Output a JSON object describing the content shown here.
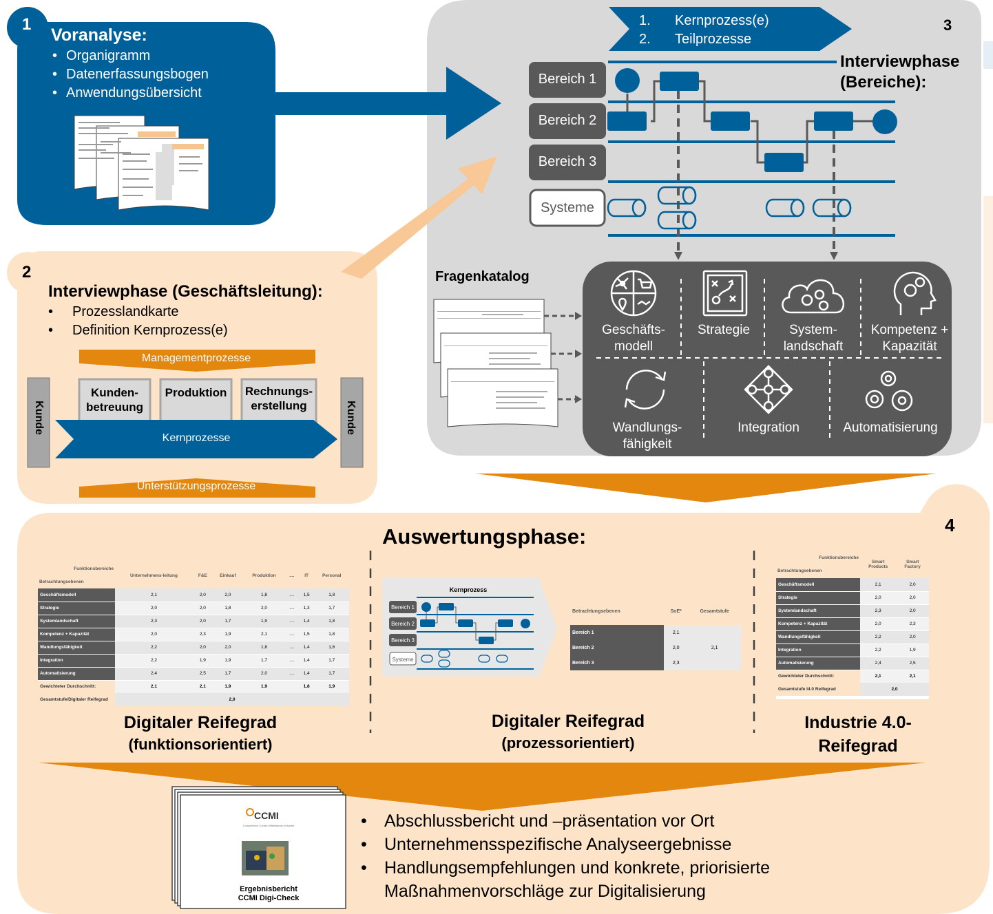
{
  "phase1": {
    "number": "1",
    "title": "Voranalyse:",
    "items": [
      "Organigramm",
      "Datenerfassungsbogen",
      "Anwendungsübersicht"
    ]
  },
  "phase2": {
    "number": "2",
    "title": "Interviewphase (Geschäftsleitung):",
    "items": [
      "Prozesslandkarte",
      "Definition Kernprozess(e)"
    ],
    "map": {
      "top": "Managementprozesse",
      "bottom": "Unterstützungsprozesse",
      "core": "Kernprozesse",
      "customer_left": "Kunde",
      "customer_right": "Kunde",
      "processes": [
        [
          "Kunden-",
          "betreuung"
        ],
        [
          "Produktion"
        ],
        [
          "Rechnungs-",
          "erstellung"
        ]
      ]
    }
  },
  "phase3": {
    "number": "3",
    "title_line1": "Interviewphase",
    "title_line2": "(Bereiche):",
    "banner": [
      {
        "num": "1.",
        "text": "Kernprozess(e)"
      },
      {
        "num": "2.",
        "text": "Teilprozesse"
      }
    ],
    "lanes": [
      "Bereich 1",
      "Bereich 2",
      "Bereich 3"
    ],
    "systems": "Systeme",
    "catalog_title": "Fragenkatalog",
    "dimensions_top": [
      [
        "Geschäfts-",
        "modell"
      ],
      [
        "Strategie"
      ],
      [
        "System-",
        "landschaft"
      ],
      [
        "Kompetenz +",
        "Kapazität"
      ]
    ],
    "dimensions_bottom": [
      [
        "Wandlungs-",
        "fähigkeit"
      ],
      [
        "Integration"
      ],
      [
        "Automatisierung"
      ]
    ]
  },
  "phase4": {
    "number": "4",
    "title": "Auswertungsphase:",
    "result1": {
      "caption_line1": "Digitaler Reifegrad",
      "caption_line2": "(funktionsorientiert)",
      "corner_top": "Funktionsbereiche",
      "corner_bottom": "Betrachtungsebenen",
      "columns": [
        "Unternehmens-leitung",
        "F&E",
        "Einkauf",
        "Produktion",
        "....",
        "IT",
        "Personal"
      ],
      "rows": [
        {
          "label": "Geschäftsmodell",
          "values": [
            "2,1",
            "2,0",
            "2,0",
            "1,8",
            "....",
            "1,5",
            "1,8"
          ]
        },
        {
          "label": "Strategie",
          "values": [
            "2,0",
            "2,0",
            "1,8",
            "2,0",
            "....",
            "1,3",
            "1,7"
          ]
        },
        {
          "label": "Systemlandschaft",
          "values": [
            "2,3",
            "2,0",
            "1,7",
            "1,9",
            "....",
            "1,4",
            "1,8"
          ]
        },
        {
          "label": "Kompetenz + Kapazität",
          "values": [
            "2,0",
            "2,3",
            "1,9",
            "2,1",
            "....",
            "1,5",
            "1,8"
          ]
        },
        {
          "label": "Wandlungsfähigkeit",
          "values": [
            "2,2",
            "2,0",
            "2,0",
            "1,8",
            "....",
            "1,4",
            "1,6"
          ]
        },
        {
          "label": "Integration",
          "values": [
            "2,2",
            "1,9",
            "1,9",
            "1,7",
            "....",
            "1,4",
            "1,7"
          ]
        },
        {
          "label": "Automatisierung",
          "values": [
            "2,4",
            "2,5",
            "1,7",
            "2,0",
            "....",
            "1,4",
            "1,7"
          ]
        }
      ],
      "avg_label": "Gewichteter Durchschnitt:",
      "avg_values": [
        "2,1",
        "2,1",
        "1,9",
        "1,9",
        "",
        "1,8",
        "1,9"
      ],
      "total_label": "Gesamtstufe/Digitaler Reifegrad",
      "total_value": "2,0"
    },
    "result2": {
      "caption_line1": "Digitaler Reifegrad",
      "caption_line2": "(prozessorientiert)",
      "diagram_title": "Kernprozess",
      "lanes": [
        "Bereich 1",
        "Bereich 2",
        "Bereich 3"
      ],
      "systems": "Systeme",
      "header": [
        "Betrachtungsebenen",
        "SoE*",
        "Gesamtstufe"
      ],
      "rows": [
        {
          "label": "Bereich 1",
          "value": "2,1"
        },
        {
          "label": "Bereich 2",
          "value": "2,0"
        },
        {
          "label": "Bereich 3",
          "value": "2,3"
        }
      ],
      "total": "2,1"
    },
    "result3": {
      "caption_line1": "Industrie 4.0-",
      "caption_line2": "Reifegrad",
      "corner_top": "Funktionsbereiche",
      "corner_bottom": "Betrachtungsebenen",
      "columns": [
        "Smart Products",
        "Smart Factory"
      ],
      "rows": [
        {
          "label": "Geschäftsmodell",
          "values": [
            "2,1",
            "2,0"
          ]
        },
        {
          "label": "Strategie",
          "values": [
            "2,0",
            "2,0"
          ]
        },
        {
          "label": "Systemlandschaft",
          "values": [
            "2,3",
            "2,0"
          ]
        },
        {
          "label": "Kompetenz + Kapazität",
          "values": [
            "2,0",
            "2,3"
          ]
        },
        {
          "label": "Wandlungsfähigkeit",
          "values": [
            "2,2",
            "2,0"
          ]
        },
        {
          "label": "Integration",
          "values": [
            "2,2",
            "1,9"
          ]
        },
        {
          "label": "Automatisierung",
          "values": [
            "2,4",
            "2,5"
          ]
        }
      ],
      "avg_label": "Gewichteter Durchschnitt:",
      "avg_values": [
        "2,1",
        "2,1"
      ],
      "total_label": "Gesamtstufe I4.0 Reifegrad",
      "total_value": "2,0"
    },
    "report": {
      "logo": "CCMI",
      "tagline": "Competence Center Mittelstands Industrie",
      "title_line1": "Ergebnisbericht",
      "title_line2": "CCMI Digi-Check"
    },
    "bullets": [
      "Abschlussbericht und –präsentation vor Ort",
      "Unternehmensspezifische Analyseergebnisse",
      "Handlungsempfehlungen und konkrete, priorisierte",
      "Maßnahmenvorschläge zur Digitalisierung"
    ]
  },
  "colors": {
    "blue": "#00609a",
    "orange": "#e4870f",
    "peach": "#fde4c8",
    "grey": "#d9d9d9",
    "dark": "#595959"
  }
}
